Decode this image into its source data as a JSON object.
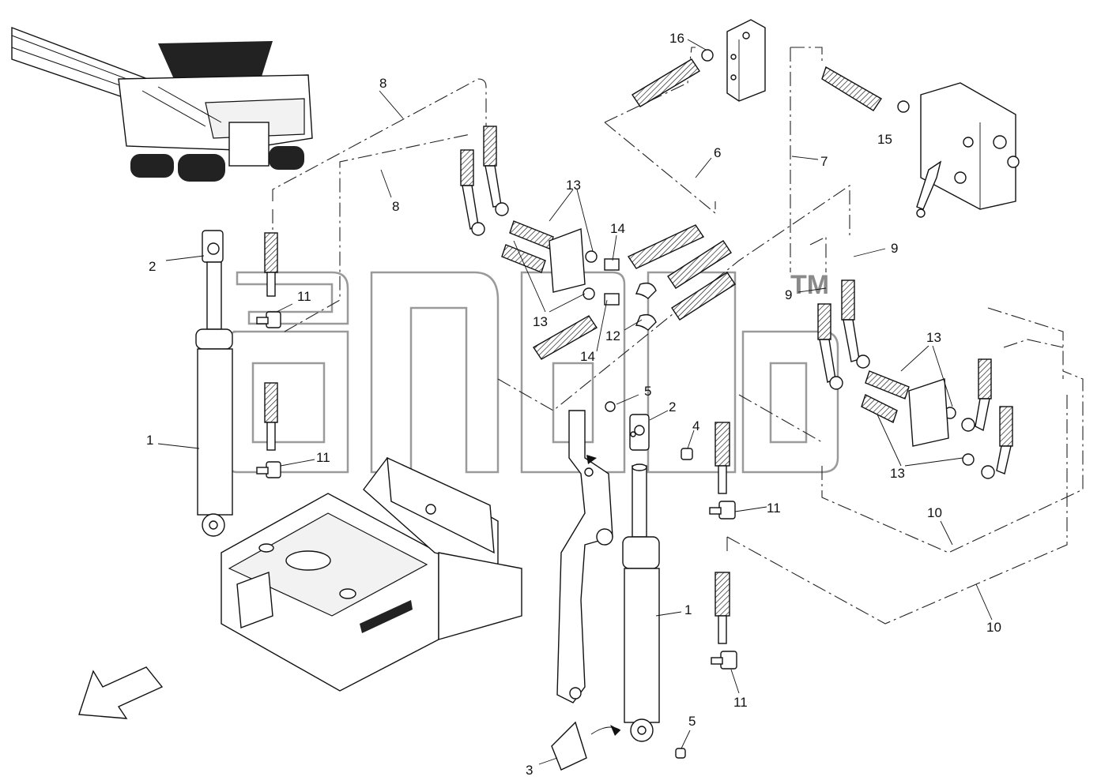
{
  "watermark": {
    "trademark": "TM"
  },
  "callouts": [
    {
      "id": "c1a",
      "label": "1"
    },
    {
      "id": "c1b",
      "label": "1"
    },
    {
      "id": "c2a",
      "label": "2"
    },
    {
      "id": "c2b",
      "label": "2"
    },
    {
      "id": "c3",
      "label": "3"
    },
    {
      "id": "c4",
      "label": "4"
    },
    {
      "id": "c5a",
      "label": "5"
    },
    {
      "id": "c5b",
      "label": "5"
    },
    {
      "id": "c6",
      "label": "6"
    },
    {
      "id": "c7",
      "label": "7"
    },
    {
      "id": "c8a",
      "label": "8"
    },
    {
      "id": "c8b",
      "label": "8"
    },
    {
      "id": "c9a",
      "label": "9"
    },
    {
      "id": "c9b",
      "label": "9"
    },
    {
      "id": "c10a",
      "label": "10"
    },
    {
      "id": "c10b",
      "label": "10"
    },
    {
      "id": "c11a",
      "label": "11"
    },
    {
      "id": "c11b",
      "label": "11"
    },
    {
      "id": "c11c",
      "label": "11"
    },
    {
      "id": "c11d",
      "label": "11"
    },
    {
      "id": "c12",
      "label": "12"
    },
    {
      "id": "c13a",
      "label": "13"
    },
    {
      "id": "c13b",
      "label": "13"
    },
    {
      "id": "c13c",
      "label": "13"
    },
    {
      "id": "c13d",
      "label": "13"
    },
    {
      "id": "c14a",
      "label": "14"
    },
    {
      "id": "c14b",
      "label": "14"
    },
    {
      "id": "c15",
      "label": "15"
    },
    {
      "id": "c16",
      "label": "16"
    }
  ]
}
